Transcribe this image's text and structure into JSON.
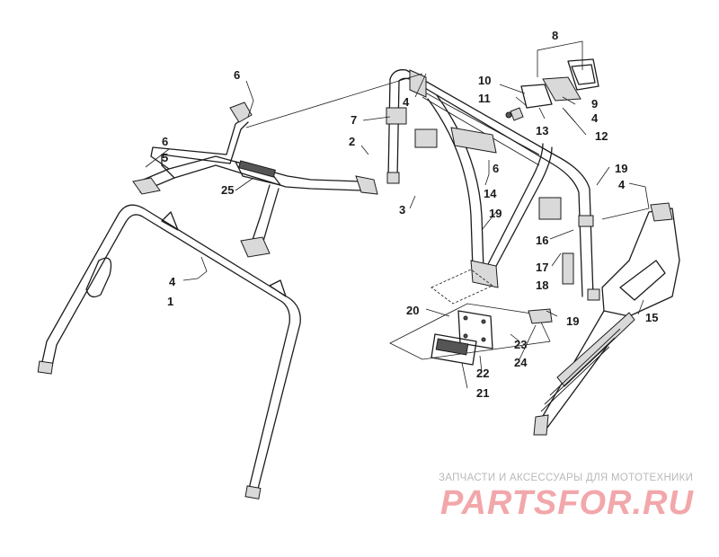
{
  "callouts": [
    {
      "id": "c1",
      "text": "1"
    },
    {
      "id": "c2",
      "text": "2"
    },
    {
      "id": "c3",
      "text": "3"
    },
    {
      "id": "c4a",
      "text": "4"
    },
    {
      "id": "c4b",
      "text": "4"
    },
    {
      "id": "c4c",
      "text": "4"
    },
    {
      "id": "c4d",
      "text": "4"
    },
    {
      "id": "c5",
      "text": "5"
    },
    {
      "id": "c6a",
      "text": "6"
    },
    {
      "id": "c6b",
      "text": "6"
    },
    {
      "id": "c6c",
      "text": "6"
    },
    {
      "id": "c7",
      "text": "7"
    },
    {
      "id": "c8",
      "text": "8"
    },
    {
      "id": "c9",
      "text": "9"
    },
    {
      "id": "c10",
      "text": "10"
    },
    {
      "id": "c11",
      "text": "11"
    },
    {
      "id": "c12",
      "text": "12"
    },
    {
      "id": "c13",
      "text": "13"
    },
    {
      "id": "c14",
      "text": "14"
    },
    {
      "id": "c15",
      "text": "15"
    },
    {
      "id": "c16",
      "text": "16"
    },
    {
      "id": "c17",
      "text": "17"
    },
    {
      "id": "c18",
      "text": "18"
    },
    {
      "id": "c19a",
      "text": "19"
    },
    {
      "id": "c19b",
      "text": "19"
    },
    {
      "id": "c19c",
      "text": "19"
    },
    {
      "id": "c20",
      "text": "20"
    },
    {
      "id": "c21",
      "text": "21"
    },
    {
      "id": "c22",
      "text": "22"
    },
    {
      "id": "c23",
      "text": "23"
    },
    {
      "id": "c24",
      "text": "24"
    },
    {
      "id": "c25",
      "text": "25"
    }
  ],
  "watermark": {
    "caption": "ЗАПЧАСТИ И АКСЕССУАРЫ ДЛЯ МОТОТЕХНИКИ",
    "logo": "PARTSFOR.RU"
  },
  "colors": {
    "line": "#1c1c1c",
    "watermark_logo": "#f2a7aa",
    "watermark_caption": "#b9b9b9",
    "background": "#ffffff"
  }
}
